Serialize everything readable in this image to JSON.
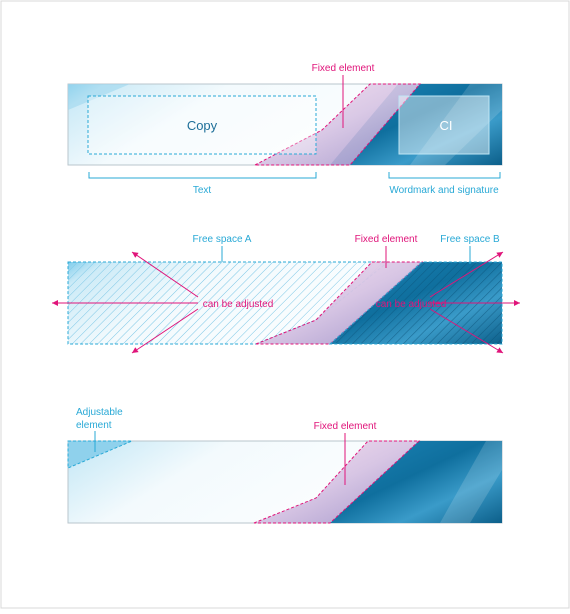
{
  "diagram1": {
    "fixed_label": "Fixed element",
    "copy_label": "Copy",
    "ci_label": "CI",
    "text_label": "Text",
    "wordmark_label": "Wordmark and signature"
  },
  "diagram2": {
    "free_a_label": "Free space A",
    "fixed_label": "Fixed element",
    "free_b_label": "Free space B",
    "adjusted_left_label": "can be adjusted",
    "adjusted_right_label": "can be adjusted"
  },
  "diagram3": {
    "adjustable_line1": "Adjustable",
    "adjustable_line2": "element",
    "fixed_label": "Fixed element"
  },
  "colors": {
    "annotation_cyan": "#29a9d6",
    "annotation_magenta": "#e0147a",
    "banner_dark_blue": "#0f6f9e",
    "banner_light": "#e8f6fc"
  }
}
